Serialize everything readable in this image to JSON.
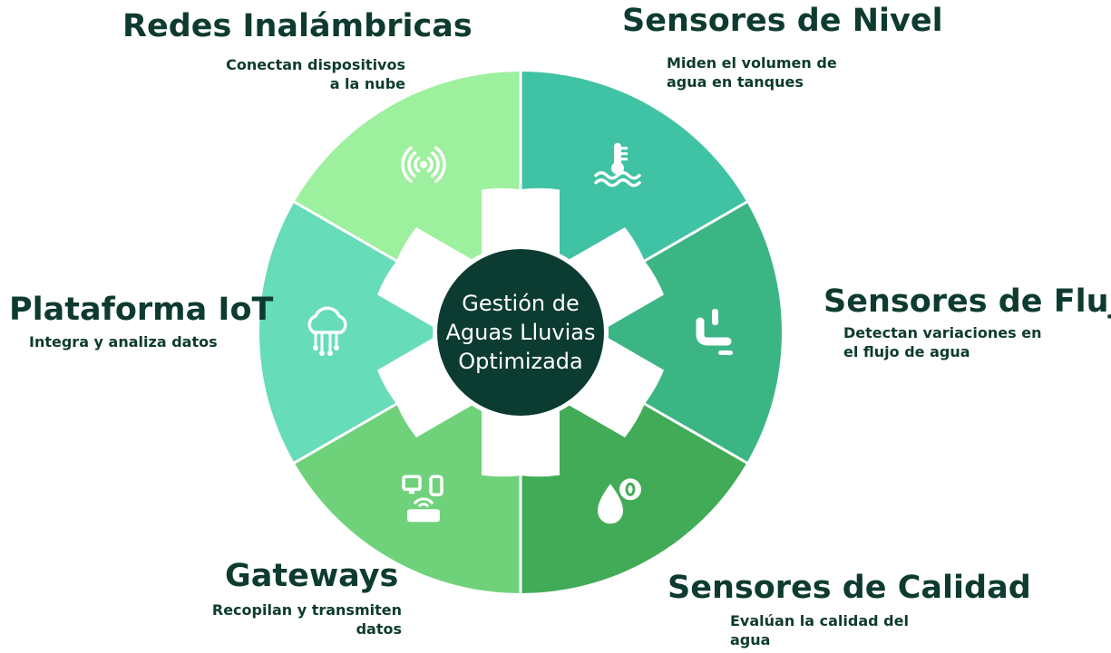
{
  "center": {
    "lines": [
      "Gestión de",
      "Aguas Lluvias",
      "Optimizada"
    ]
  },
  "segments": [
    {
      "title": "Sensores de Nivel",
      "desc": [
        "Miden el volumen de",
        "agua en tanques"
      ],
      "icon": "water-level-thermometer-icon",
      "color": "#40c2a4"
    },
    {
      "title": "Sensores de Flujo",
      "desc": [
        "Detectan variaciones en",
        "el flujo de agua"
      ],
      "icon": "faucet-icon",
      "color": "#3cb585"
    },
    {
      "title": "Sensores de Calidad",
      "desc": [
        "Evalúan la calidad del",
        "agua"
      ],
      "icon": "water-drop-quality-icon",
      "color": "#41ab57"
    },
    {
      "title": "Gateways",
      "desc": [
        "Recopilan y transmiten",
        "datos"
      ],
      "icon": "router-devices-icon",
      "color": "#6fd27b"
    },
    {
      "title": "Plataforma IoT",
      "desc": [
        "Integra y analiza datos"
      ],
      "icon": "cloud-circuit-icon",
      "color": "#66dcb9"
    },
    {
      "title": "Redes Inalámbricas",
      "desc": [
        "Conectan dispositivos",
        "a la nube"
      ],
      "icon": "wireless-signal-icon",
      "color": "#9df09d"
    }
  ]
}
